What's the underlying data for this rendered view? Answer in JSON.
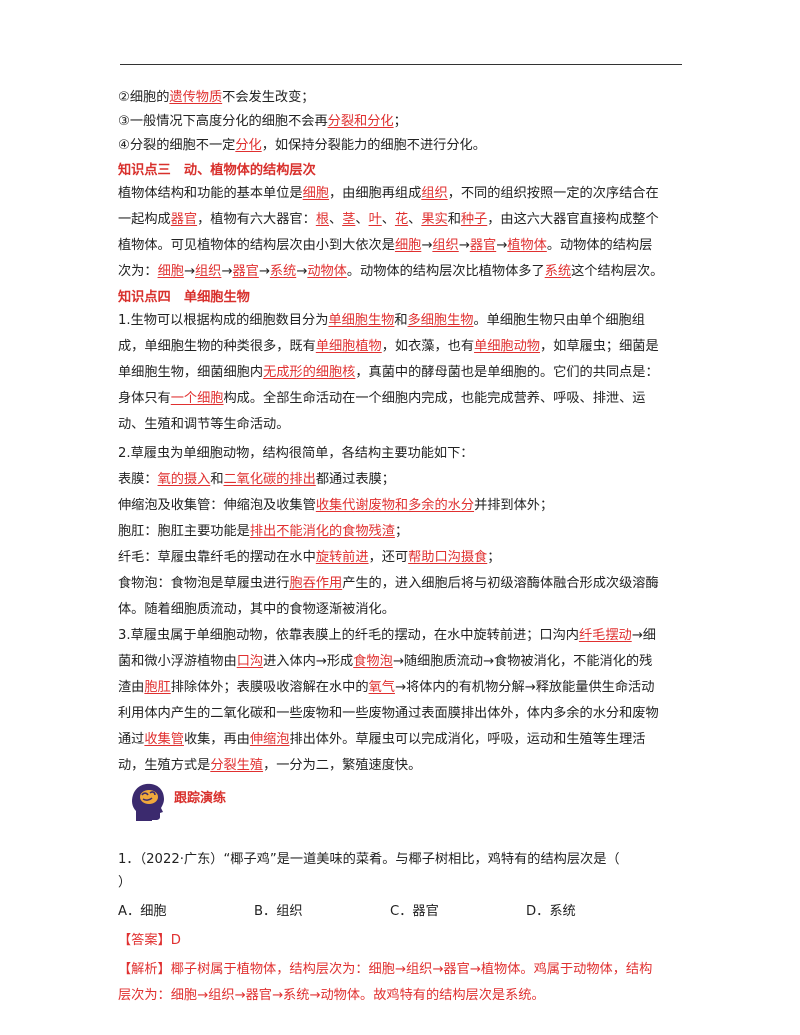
{
  "p1": {
    "line1": {
      "a": "②细胞的",
      "u": "遗传物质",
      "b": "不会发生改变；"
    },
    "line2": {
      "a": "③一般情况下高度分化的细胞不会再",
      "u": "分裂和分化",
      "b": "；"
    },
    "line3": {
      "a": "④分裂的细胞不一定",
      "u": "分化",
      "b": "，如保持分裂能力的细胞不进行分化。"
    }
  },
  "sec3": {
    "title": "知识点三　动、植物体的结构层次",
    "l1": {
      "a": "植物体结构和功能的基本单位是",
      "u1": "细胞",
      "b": "，由细胞再组成",
      "u2": "组织",
      "c": "，不同的组织按照一定的次序结合在"
    },
    "l2": {
      "a": "一起构成",
      "u1": "器官",
      "b": "，植物有六大器官：",
      "u2": "根",
      "s1": "、",
      "u3": "茎",
      "s2": "、",
      "u4": "叶",
      "s3": "、",
      "u5": "花",
      "s4": "、",
      "u6": "果实",
      "s5": "和",
      "u7": "种子",
      "c": "，由这六大器官直接构成整个"
    },
    "l3": {
      "a": "植物体。可见植物体的结构层次由小到大依次是",
      "u1": "细胞",
      "ar1": "→",
      "u2": "组织",
      "ar2": "→",
      "u3": "器官",
      "ar3": "→",
      "u4": "植物体",
      "b": "。动物体的结构层"
    },
    "l4": {
      "a": "次为：",
      "u1": "细胞",
      "ar1": "→",
      "u2": "组织",
      "ar2": "→",
      "u3": "器官",
      "ar3": "→",
      "u4": "系统",
      "ar4": "→",
      "u5": "动物体",
      "b": "。动物体的结构层次比植物体多了",
      "u6": "系统",
      "c": "这个结构层次。"
    }
  },
  "sec4": {
    "title": "知识点四　单细胞生物",
    "p1": {
      "l1": {
        "a": "1.生物可以根据构成的细胞数目分为",
        "u1": "单细胞生物",
        "b": "和",
        "u2": "多细胞生物",
        "c": "。单细胞生物只由单个细胞组"
      },
      "l2": {
        "a": "成，单细胞生物的种类很多，既有",
        "u1": "单细胞植物",
        "b": "，如衣藻，也有",
        "u2": "单细胞动物",
        "c": "，如草履虫；细菌是"
      },
      "l3": {
        "a": "单细胞生物，细菌细胞内",
        "u1": "无成形的细胞核",
        "b": "，真菌中的酵母菌也是单细胞的。它们的共同点是："
      },
      "l4": {
        "a": "身体只有",
        "u1": "一个细胞",
        "b": "构成。全部生命活动在一个细胞内完成，也能完成营养、呼吸、排泄、运"
      },
      "l5": {
        "a": "动、生殖和调节等生命活动。"
      }
    },
    "p2": {
      "intro": "2.草履虫为单细胞动物，结构很简单，各结构主要功能如下：",
      "biaomo": {
        "a": "表膜：",
        "u1": "氧的摄入",
        "b": "和",
        "u2": "二氧化碳的排出",
        "c": "都通过表膜；"
      },
      "shousuo": {
        "a": "伸缩泡及收集管：伸缩泡及收集管",
        "u1": "收集代谢废物和多余的水分",
        "b": "并排到体外；"
      },
      "baogang": {
        "a": "胞肛：胞肛主要功能是",
        "u1": "排出不能消化的食物残渣",
        "b": "；"
      },
      "xianmao": {
        "a": "纤毛：草履虫靠纤毛的摆动在水中",
        "u1": "旋转前进",
        "b": "，还可",
        "u2": "帮助口沟摄食",
        "c": "；"
      },
      "shiwupao1": {
        "a": "食物泡：食物泡是草履虫进行",
        "u1": "胞吞作用",
        "b": "产生的，进入细胞后将与初级溶酶体融合形成次级溶酶"
      },
      "shiwupao2": {
        "a": "体。随着细胞质流动，其中的食物逐渐被消化。"
      }
    },
    "p3": {
      "l1": {
        "a": "3.草履虫属于单细胞动物，依靠表膜上的纤毛的摆动，在水中旋转前进；口沟内",
        "u1": "纤毛摆动",
        "b": "→细"
      },
      "l2": {
        "a": "菌和微小浮游植物由",
        "u1": "口沟",
        "b": "进入体内→形成",
        "u2": "食物泡",
        "c": "→随细胞质流动→食物被消化，不能消化的残"
      },
      "l3": {
        "a": "渣由",
        "u1": "胞肛",
        "b": "排除体外；表膜吸收溶解在水中的",
        "u2": "氧气",
        "c": "→将体内的有机物分解→释放能量供生命活动"
      },
      "l4": {
        "a": "利用体内产生的二氧化碳和一些废物和一些废物通过表面膜排出体外，体内多余的水分和废物"
      },
      "l5": {
        "a": "通过",
        "u1": "收集管",
        "b": "收集，再由",
        "u2": "伸缩泡",
        "c": "排出体外。草履虫可以完成消化，呼吸，运动和生殖等生理活"
      },
      "l6": {
        "a": "动，生殖方式是",
        "u1": "分裂生殖",
        "b": "，一分为二，繁殖速度快。"
      }
    }
  },
  "track": {
    "label": "跟踪演练",
    "icon": "brain-head-icon"
  },
  "question": {
    "stem": "1．（2022·广东）“椰子鸡”是一道美味的菜肴。与椰子树相比，鸡特有的结构层次是（",
    "stem_end": "）",
    "options": [
      "A．细胞",
      "B．组织",
      "C．器官",
      "D．系统"
    ]
  },
  "answer": {
    "label": "【答案】",
    "value": "D"
  },
  "analysis": {
    "label": "【解析】",
    "l1": "椰子树属于植物体，结构层次为：细胞→组织→器官→植物体。鸡属于动物体，结构",
    "l2": "层次为：细胞→组织→器官→系统→动物体。故鸡特有的结构层次是系统。"
  },
  "colors": {
    "accent": "#e03030",
    "heading": "#d8302c",
    "text": "#222222"
  }
}
